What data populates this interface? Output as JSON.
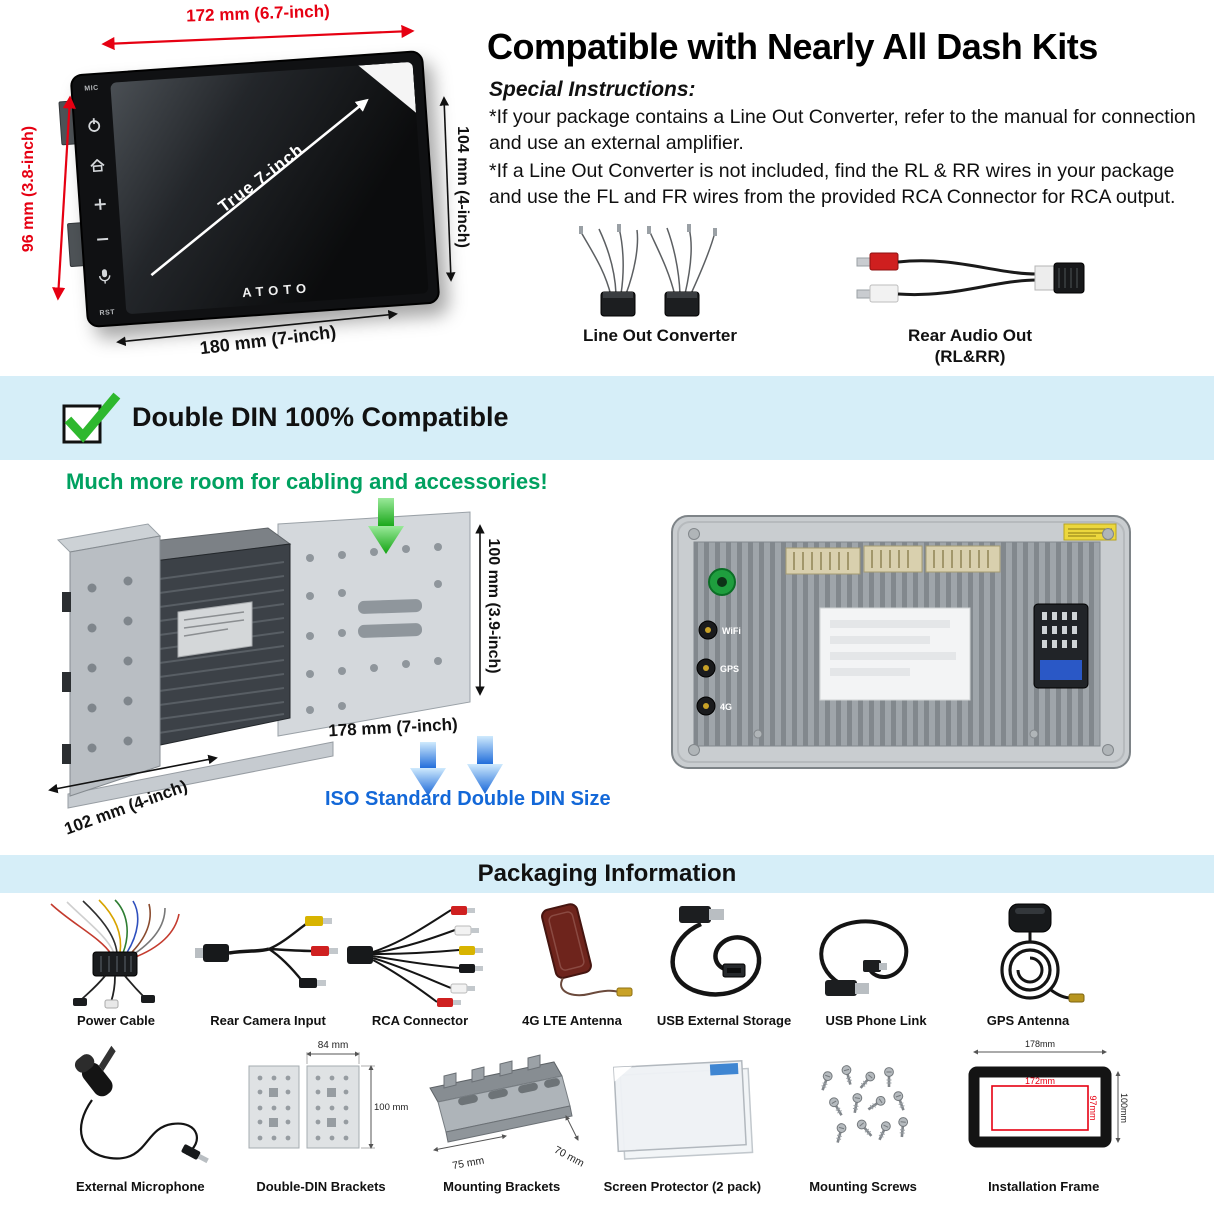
{
  "colors": {
    "band_blue": "#d6eef8",
    "dimension_red": "#e60012",
    "headline_green": "#00a160",
    "iso_blue": "#1368d8",
    "check_green": "#2eb82e"
  },
  "top_left": {
    "dim_top": "172 mm (6.7-inch)",
    "dim_left": "96 mm (3.8-inch)",
    "dim_right": "104 mm (4-inch)",
    "dim_bottom": "180 mm (7-inch)",
    "diagonal": "True 7-inch",
    "brand": "ATOTO",
    "btn_mic": "MIC",
    "btn_rst": "RST"
  },
  "instructions": {
    "heading": "Compatible with Nearly All Dash Kits",
    "subheading": "Special Instructions:",
    "para1": "*If your package contains a Line Out Converter, refer to the manual for connection and use an external amplifier.",
    "para2": "*If a Line Out Converter is not included, find the RL & RR wires in your package and use the FL and FR wires from the provided RCA Connector for RCA output.",
    "line_out_label": "Line Out Converter",
    "rear_audio_label_1": "Rear Audio Out",
    "rear_audio_label_2": "(RL&RR)"
  },
  "din_band": {
    "label": "Double DIN 100% Compatible"
  },
  "cabling": {
    "headline": "Much more room for cabling and accessories!",
    "dim_height": "100 mm (3.9-inch)",
    "dim_width": "178 mm (7-inch)",
    "dim_depth": "102 mm (4-inch)",
    "iso_label": "ISO Standard Double DIN Size",
    "rear_ports": [
      "WiFi",
      "GPS",
      "4G"
    ]
  },
  "packaging": {
    "title": "Packaging Information",
    "row1": [
      {
        "label": "Power Cable"
      },
      {
        "label": "Rear Camera Input"
      },
      {
        "label": "RCA Connector"
      },
      {
        "label": "4G LTE Antenna"
      },
      {
        "label": "USB External Storage"
      },
      {
        "label": "USB Phone Link"
      },
      {
        "label": "GPS Antenna"
      }
    ],
    "row2": [
      {
        "label": "External Microphone"
      },
      {
        "label": "Double-DIN Brackets",
        "dim_w": "84 mm",
        "dim_h": "100 mm"
      },
      {
        "label": "Mounting Brackets",
        "dim_a": "75 mm",
        "dim_b": "70 mm"
      },
      {
        "label": "Screen Protector (2 pack)"
      },
      {
        "label": "Mounting Screws"
      },
      {
        "label": "Installation Frame",
        "dim_outer_w": "178mm",
        "dim_inner_w": "172mm",
        "dim_inner_h": "97mm",
        "dim_outer_h": "100mm"
      }
    ]
  }
}
